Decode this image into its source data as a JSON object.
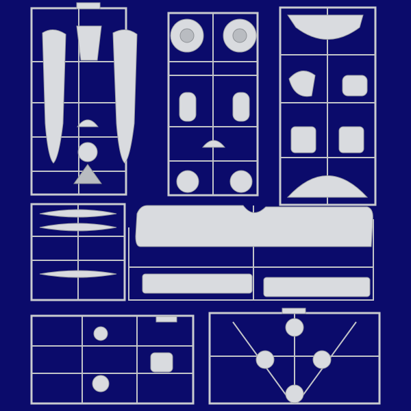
{
  "colors": {
    "background": "#0b0b6b",
    "plastic": "#d9dbdf",
    "plastic_shadow": "#9ea1a6"
  },
  "sprues": [
    {
      "id": "fuselage-sprue"
    },
    {
      "id": "wheels-engine-sprue"
    },
    {
      "id": "tail-sprue"
    },
    {
      "id": "propeller-sprue"
    },
    {
      "id": "wings-sprue"
    },
    {
      "id": "details-sprue-a"
    },
    {
      "id": "details-sprue-b"
    }
  ]
}
